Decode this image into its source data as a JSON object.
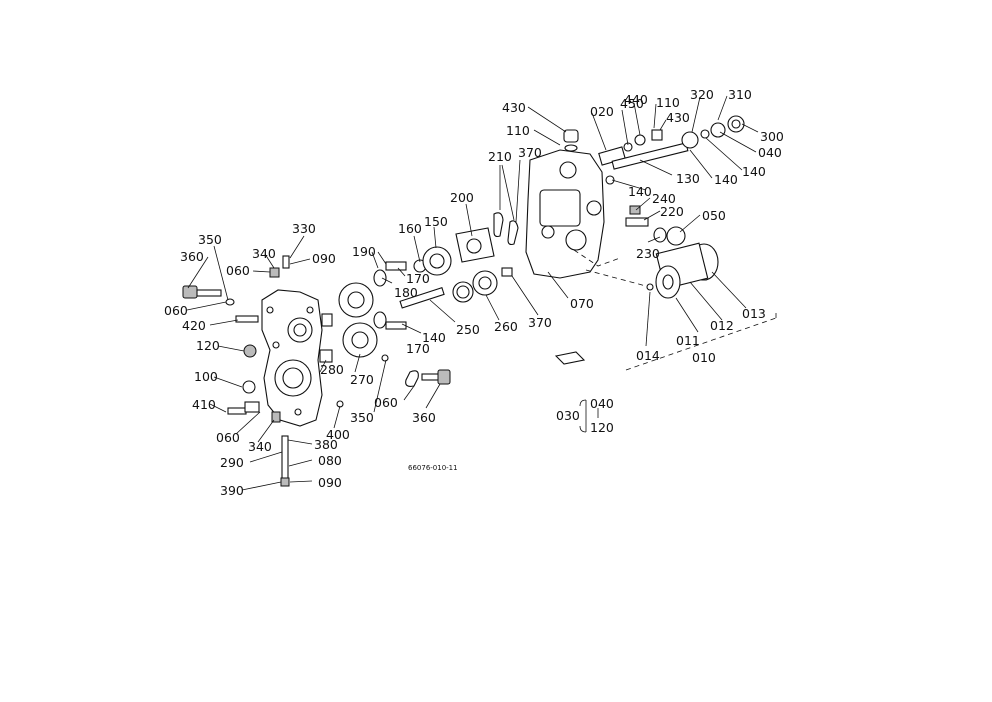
{
  "drawing_code": "66076-010-11",
  "labels": {
    "l430a": "430",
    "l020": "020",
    "l450": "450",
    "l440": "440",
    "l110a": "110",
    "l430b": "430",
    "l320": "320",
    "l310": "310",
    "l300": "300",
    "l040": "040",
    "l110b": "110",
    "l210": "210",
    "l370a": "370",
    "l130": "130",
    "l140a": "140",
    "l140b": "140",
    "l140c": "140",
    "l240": "240",
    "l220": "220",
    "l050": "050",
    "l200": "200",
    "l230": "230",
    "l150": "150",
    "l160": "160",
    "l190": "190",
    "l330": "330",
    "l090a": "090",
    "l350a": "350",
    "l340a": "340",
    "l360a": "360",
    "l060a": "060",
    "l060b": "060",
    "l420": "420",
    "l180": "180",
    "l170a": "170",
    "l170b": "170",
    "l250": "250",
    "l260": "260",
    "l370b": "370",
    "l070": "070",
    "l013": "013",
    "l012": "012",
    "l011": "011",
    "l014": "014",
    "l010": "010",
    "l140d": "140",
    "l120": "120",
    "l280": "280",
    "l270": "270",
    "l100": "100",
    "l060c": "060",
    "l350b": "350",
    "l360b": "360",
    "l410": "410",
    "l060d": "060",
    "l400": "400",
    "l340b": "340",
    "l380": "380",
    "l290": "290",
    "l080": "080",
    "l390": "390",
    "l090b": "090",
    "k030": "030",
    "k040": "040",
    "k120": "120"
  }
}
